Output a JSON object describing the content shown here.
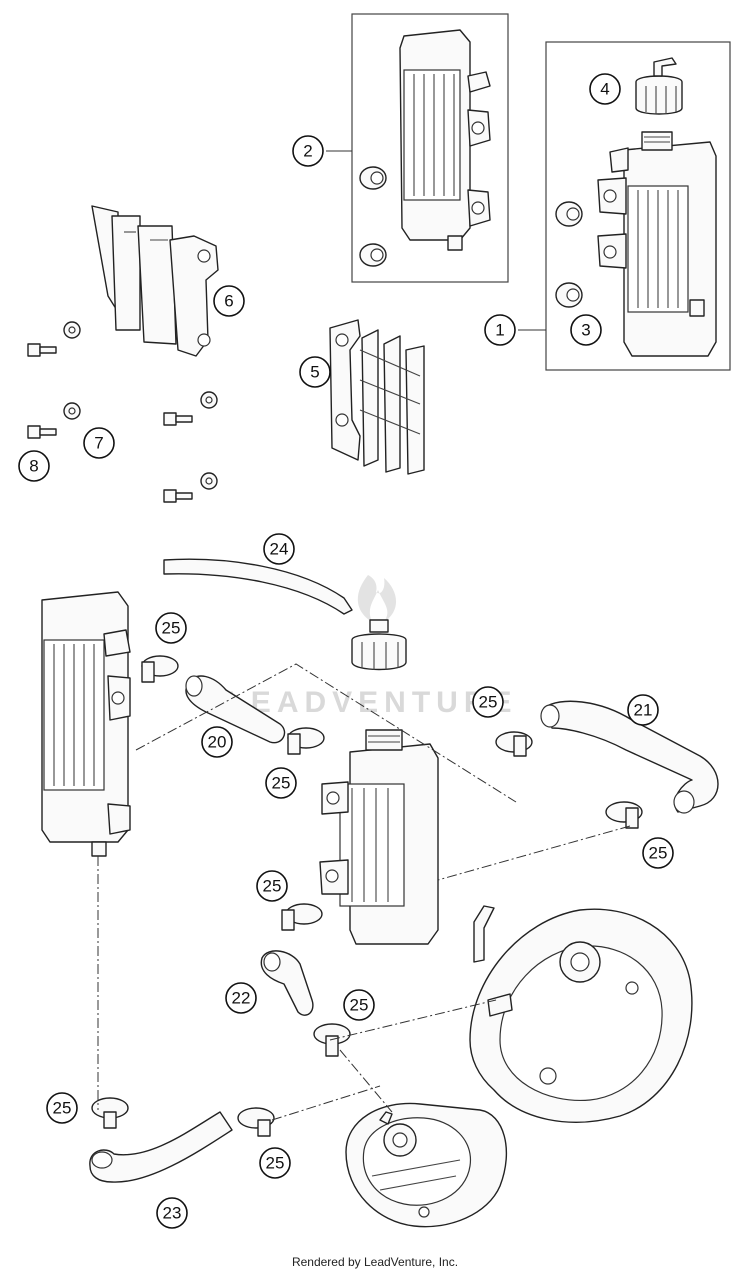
{
  "watermark": "LEADVENTURE",
  "footer": "Rendered by LeadVenture, Inc.",
  "callouts": [
    "1",
    "2",
    "3",
    "4",
    "5",
    "6",
    "7",
    "8",
    "20",
    "21",
    "22",
    "23",
    "24",
    "25"
  ]
}
